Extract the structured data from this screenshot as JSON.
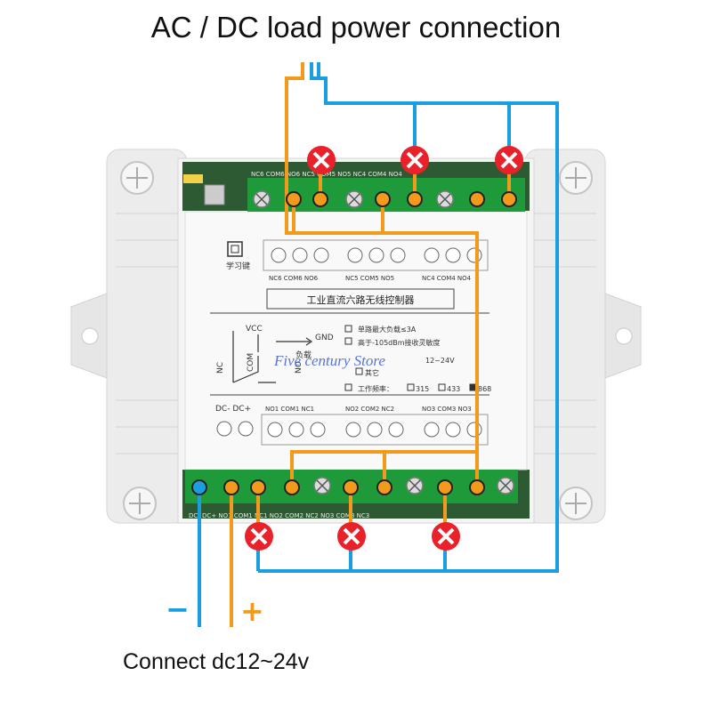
{
  "title": "AC / DC load power connection",
  "caption": "Connect dc12~24v",
  "polarity": {
    "minus": "−",
    "plus": "+"
  },
  "watermark": "Five century Store",
  "colors": {
    "load_wire": "#f39a1c",
    "neutral_wire": "#1a9ee0",
    "lamp": "#e8212a",
    "terminal": "#1f9a3a",
    "housing": "#f2f2f2"
  },
  "board": {
    "upper_terminals": "NC6 COM6 NO6   NC5 COM5 NO5   NC4 COM4 NO4",
    "lower_terminals": "DC- DC+ NO1 COM1 NC1 NO2 COM2 NC2 NO3 COM3 NC3",
    "panel_title": "工业直流六路无线控制器",
    "learn_label": "学习键",
    "diagram": {
      "vcc": "VCC",
      "gnd": "GND",
      "nc": "NC",
      "com": "COM",
      "no": "NO",
      "load": "负载"
    },
    "specs": [
      "单路最大负载≤3A",
      "高于-105dBm接收灵敏度",
      "12~24V",
      "其它"
    ],
    "freq_label": "工作频率：",
    "freq_options": [
      "315",
      "433",
      "868"
    ],
    "dc_label": "DC- DC+",
    "mid_lower_labels": [
      "NO1 COM1 NC1",
      "NO2 COM2 NC2",
      "NO3 COM3 NO3"
    ],
    "mid_upper_labels": [
      "NC6 COM6 NO6",
      "NC5 COM5 NO5",
      "NC4 COM4 NO4"
    ]
  }
}
